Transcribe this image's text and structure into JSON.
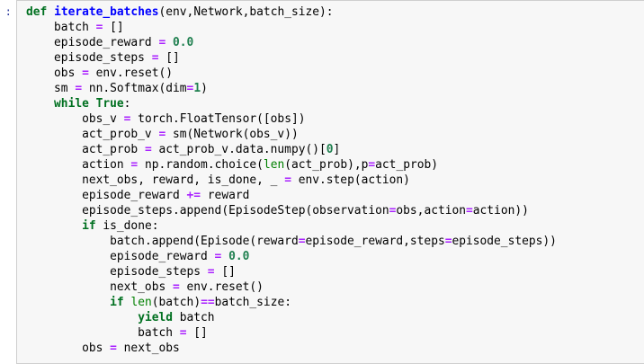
{
  "cell": {
    "prompt": ":",
    "language": "python",
    "background": "#f7f7f7",
    "border_color": "#cfcfcf"
  },
  "colors": {
    "keyword": "#007020",
    "function_name": "#0000ff",
    "builtin": "#008000",
    "operator": "#aa22ff",
    "number": "#208050",
    "text": "#000000",
    "prompt": "#303f9f"
  },
  "code": {
    "lines": [
      "def iterate_batches(env,Network,batch_size):",
      "    batch = []",
      "    episode_reward = 0.0",
      "    episode_steps = []",
      "    obs = env.reset()",
      "    sm = nn.Softmax(dim=1)",
      "    while True:",
      "        obs_v = torch.FloatTensor([obs])",
      "        act_prob_v = sm(Network(obs_v))",
      "        act_prob = act_prob_v.data.numpy()[0]",
      "        action = np.random.choice(len(act_prob),p=act_prob)",
      "        next_obs, reward, is_done, _ = env.step(action)",
      "        episode_reward += reward",
      "        episode_steps.append(EpisodeStep(observation=obs,action=action))",
      "        if is_done:",
      "            batch.append(Episode(reward=episode_reward,steps=episode_steps))",
      "            episode_reward = 0.0",
      "            episode_steps = []",
      "            next_obs = env.reset()",
      "            if len(batch)==batch_size:",
      "                yield batch",
      "                batch = []",
      "        obs = next_obs"
    ],
    "tokens": [
      [
        [
          "k",
          "def"
        ],
        [
          "n",
          " "
        ],
        [
          "fn",
          "iterate_batches"
        ],
        [
          "p",
          "("
        ],
        [
          "n",
          "env"
        ],
        [
          "p",
          ","
        ],
        [
          "n",
          "Network"
        ],
        [
          "p",
          ","
        ],
        [
          "n",
          "batch_size"
        ],
        [
          "p",
          "):"
        ]
      ],
      [
        [
          "n",
          "    batch "
        ],
        [
          "op",
          "="
        ],
        [
          "n",
          " "
        ],
        [
          "p",
          "[]"
        ]
      ],
      [
        [
          "n",
          "    episode_reward "
        ],
        [
          "op",
          "="
        ],
        [
          "n",
          " "
        ],
        [
          "mi",
          "0.0"
        ]
      ],
      [
        [
          "n",
          "    episode_steps "
        ],
        [
          "op",
          "="
        ],
        [
          "n",
          " "
        ],
        [
          "p",
          "[]"
        ]
      ],
      [
        [
          "n",
          "    obs "
        ],
        [
          "op",
          "="
        ],
        [
          "n",
          " env"
        ],
        [
          "p",
          "."
        ],
        [
          "n",
          "reset"
        ],
        [
          "p",
          "()"
        ]
      ],
      [
        [
          "n",
          "    sm "
        ],
        [
          "op",
          "="
        ],
        [
          "n",
          " nn"
        ],
        [
          "p",
          "."
        ],
        [
          "n",
          "Softmax"
        ],
        [
          "p",
          "("
        ],
        [
          "n",
          "dim"
        ],
        [
          "op",
          "="
        ],
        [
          "mi",
          "1"
        ],
        [
          "p",
          ")"
        ]
      ],
      [
        [
          "n",
          "    "
        ],
        [
          "k",
          "while"
        ],
        [
          "n",
          " "
        ],
        [
          "kc",
          "True"
        ],
        [
          "p",
          ":"
        ]
      ],
      [
        [
          "n",
          "        obs_v "
        ],
        [
          "op",
          "="
        ],
        [
          "n",
          " torch"
        ],
        [
          "p",
          "."
        ],
        [
          "n",
          "FloatTensor"
        ],
        [
          "p",
          "(["
        ],
        [
          "n",
          "obs"
        ],
        [
          "p",
          "])"
        ]
      ],
      [
        [
          "n",
          "        act_prob_v "
        ],
        [
          "op",
          "="
        ],
        [
          "n",
          " sm"
        ],
        [
          "p",
          "("
        ],
        [
          "n",
          "Network"
        ],
        [
          "p",
          "("
        ],
        [
          "n",
          "obs_v"
        ],
        [
          "p",
          "))"
        ]
      ],
      [
        [
          "n",
          "        act_prob "
        ],
        [
          "op",
          "="
        ],
        [
          "n",
          " act_prob_v"
        ],
        [
          "p",
          "."
        ],
        [
          "n",
          "data"
        ],
        [
          "p",
          "."
        ],
        [
          "n",
          "numpy"
        ],
        [
          "p",
          "()["
        ],
        [
          "mi",
          "0"
        ],
        [
          "p",
          "]"
        ]
      ],
      [
        [
          "n",
          "        action "
        ],
        [
          "op",
          "="
        ],
        [
          "n",
          " np"
        ],
        [
          "p",
          "."
        ],
        [
          "n",
          "random"
        ],
        [
          "p",
          "."
        ],
        [
          "n",
          "choice"
        ],
        [
          "p",
          "("
        ],
        [
          "nb",
          "len"
        ],
        [
          "p",
          "("
        ],
        [
          "n",
          "act_prob"
        ],
        [
          "p",
          "),"
        ],
        [
          "n",
          "p"
        ],
        [
          "op",
          "="
        ],
        [
          "n",
          "act_prob"
        ],
        [
          "p",
          ")"
        ]
      ],
      [
        [
          "n",
          "        next_obs"
        ],
        [
          "p",
          ","
        ],
        [
          "n",
          " reward"
        ],
        [
          "p",
          ","
        ],
        [
          "n",
          " is_done"
        ],
        [
          "p",
          ","
        ],
        [
          "n",
          " _ "
        ],
        [
          "op",
          "="
        ],
        [
          "n",
          " env"
        ],
        [
          "p",
          "."
        ],
        [
          "n",
          "step"
        ],
        [
          "p",
          "("
        ],
        [
          "n",
          "action"
        ],
        [
          "p",
          ")"
        ]
      ],
      [
        [
          "n",
          "        episode_reward "
        ],
        [
          "op",
          "+="
        ],
        [
          "n",
          " reward"
        ]
      ],
      [
        [
          "n",
          "        episode_steps"
        ],
        [
          "p",
          "."
        ],
        [
          "n",
          "append"
        ],
        [
          "p",
          "("
        ],
        [
          "n",
          "EpisodeStep"
        ],
        [
          "p",
          "("
        ],
        [
          "n",
          "observation"
        ],
        [
          "op",
          "="
        ],
        [
          "n",
          "obs"
        ],
        [
          "p",
          ","
        ],
        [
          "n",
          "action"
        ],
        [
          "op",
          "="
        ],
        [
          "n",
          "action"
        ],
        [
          "p",
          "))"
        ]
      ],
      [
        [
          "n",
          "        "
        ],
        [
          "k",
          "if"
        ],
        [
          "n",
          " is_done"
        ],
        [
          "p",
          ":"
        ]
      ],
      [
        [
          "n",
          "            batch"
        ],
        [
          "p",
          "."
        ],
        [
          "n",
          "append"
        ],
        [
          "p",
          "("
        ],
        [
          "n",
          "Episode"
        ],
        [
          "p",
          "("
        ],
        [
          "n",
          "reward"
        ],
        [
          "op",
          "="
        ],
        [
          "n",
          "episode_reward"
        ],
        [
          "p",
          ","
        ],
        [
          "n",
          "steps"
        ],
        [
          "op",
          "="
        ],
        [
          "n",
          "episode_steps"
        ],
        [
          "p",
          "))"
        ]
      ],
      [
        [
          "n",
          "            episode_reward "
        ],
        [
          "op",
          "="
        ],
        [
          "n",
          " "
        ],
        [
          "mi",
          "0.0"
        ]
      ],
      [
        [
          "n",
          "            episode_steps "
        ],
        [
          "op",
          "="
        ],
        [
          "n",
          " "
        ],
        [
          "p",
          "[]"
        ]
      ],
      [
        [
          "n",
          "            next_obs "
        ],
        [
          "op",
          "="
        ],
        [
          "n",
          " env"
        ],
        [
          "p",
          "."
        ],
        [
          "n",
          "reset"
        ],
        [
          "p",
          "()"
        ]
      ],
      [
        [
          "n",
          "            "
        ],
        [
          "k",
          "if"
        ],
        [
          "n",
          " "
        ],
        [
          "nb",
          "len"
        ],
        [
          "p",
          "("
        ],
        [
          "n",
          "batch"
        ],
        [
          "p",
          ")"
        ],
        [
          "op",
          "=="
        ],
        [
          "n",
          "batch_size"
        ],
        [
          "p",
          ":"
        ]
      ],
      [
        [
          "n",
          "                "
        ],
        [
          "k",
          "yield"
        ],
        [
          "n",
          " batch"
        ]
      ],
      [
        [
          "n",
          "                batch "
        ],
        [
          "op",
          "="
        ],
        [
          "n",
          " "
        ],
        [
          "p",
          "[]"
        ]
      ],
      [
        [
          "n",
          "        obs "
        ],
        [
          "op",
          "="
        ],
        [
          "n",
          " next_obs"
        ]
      ]
    ]
  }
}
